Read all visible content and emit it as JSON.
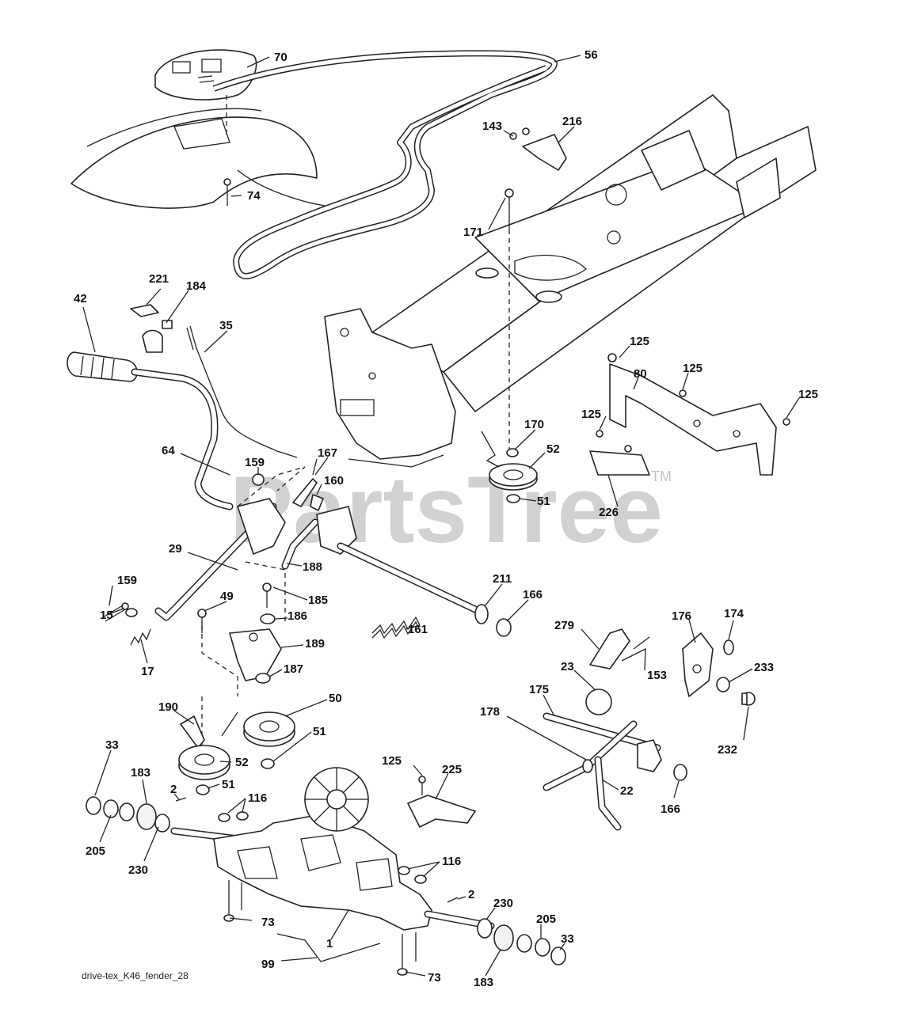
{
  "watermark": {
    "text": "PartsTree",
    "mark": "TM"
  },
  "caption": "drive-tex_K46_fender_28",
  "callouts": {
    "c70": "70",
    "c56": "56",
    "c143": "143",
    "c216": "216",
    "c74": "74",
    "c171": "171",
    "c221": "221",
    "c184": "184",
    "c42": "42",
    "c35": "35",
    "c125a": "125",
    "c125b": "125",
    "c125c": "125",
    "c125d": "125",
    "c125e": "125",
    "c80": "80",
    "c170": "170",
    "c52a": "52",
    "c51a": "51",
    "c226": "226",
    "c64": "64",
    "c159a": "159",
    "c167": "167",
    "c160": "160",
    "c29": "29",
    "c188": "188",
    "c159b": "159",
    "c15": "15",
    "c17": "17",
    "c49": "49",
    "c185": "185",
    "c186": "186",
    "c189": "189",
    "c187": "187",
    "c161": "161",
    "c211": "211",
    "c166a": "166",
    "c279": "279",
    "c176": "176",
    "c174": "174",
    "c153": "153",
    "c23": "23",
    "c233": "233",
    "c175": "175",
    "c178": "178",
    "c232": "232",
    "c22": "22",
    "c166b": "166",
    "c190": "190",
    "c50": "50",
    "c51b": "51",
    "c52b": "52",
    "c51c": "51",
    "c33a": "33",
    "c183a": "183",
    "c2a": "2",
    "c116a": "116",
    "c205a": "205",
    "c230a": "230",
    "c225": "225",
    "c116b": "116",
    "c2b": "2",
    "c230b": "230",
    "c205b": "205",
    "c33b": "33",
    "c73a": "73",
    "c1": "1",
    "c99": "99",
    "c73b": "73",
    "c183b": "183"
  }
}
